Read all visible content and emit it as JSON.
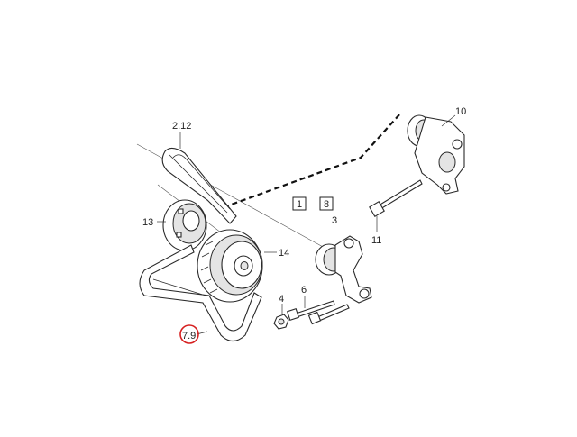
{
  "callouts": {
    "p10": "10",
    "p2_12": "2.12",
    "p13": "13",
    "p14": "14",
    "p3": "3",
    "p11": "11",
    "p4": "4",
    "p6": "6",
    "p7_9": "7.9"
  },
  "boxes": {
    "b1": "1",
    "b8": "8"
  },
  "colors": {
    "highlight_circle": "#d62020",
    "line": "#2a2a2a"
  }
}
